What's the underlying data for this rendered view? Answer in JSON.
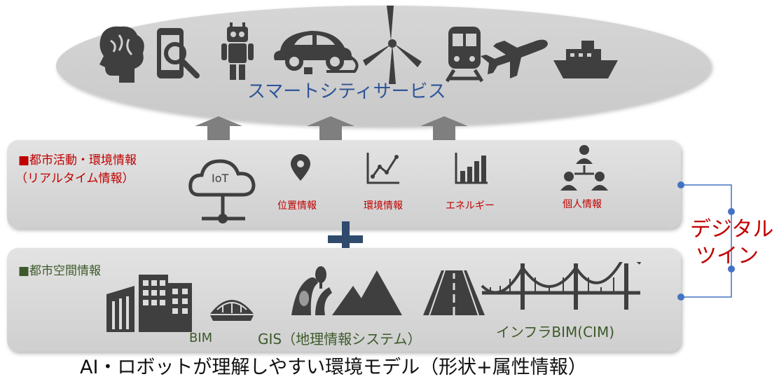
{
  "services": {
    "title": "スマートシティサービス",
    "icons": [
      "brain-icon",
      "phone-search-icon",
      "robot-icon",
      "electric-car-icon",
      "wind-turbine-icon",
      "train-icon",
      "airplane-icon",
      "ship-icon"
    ]
  },
  "realtime": {
    "heading_line1": "■都市活動・環境情報",
    "heading_line2": "（リアルタイム情報）",
    "iot_label": "IoT",
    "items": [
      {
        "label": "位置情報",
        "icon": "location-pin-icon"
      },
      {
        "label": "環境情報",
        "icon": "line-chart-icon"
      },
      {
        "label": "エネルギー",
        "icon": "bar-chart-icon"
      },
      {
        "label": "個人情報",
        "icon": "people-network-icon"
      }
    ]
  },
  "plus": "+",
  "digital_twin": {
    "line1": "デジタル",
    "line2": "ツイン"
  },
  "spatial": {
    "heading": "■都市空間情報",
    "bim_label": "BIM",
    "gis_label": "GIS（地理情報システム）",
    "infra_label": "インフラBIM(CIM)"
  },
  "footer": "AI・ロボットが理解しやすい環境モデル（形状+属性情報）",
  "colors": {
    "red": "#c00000",
    "green": "#3d5a2a",
    "blue": "#2f5597",
    "icon_gray": "#3f3f3f",
    "arrow": "#7f7f7f"
  }
}
